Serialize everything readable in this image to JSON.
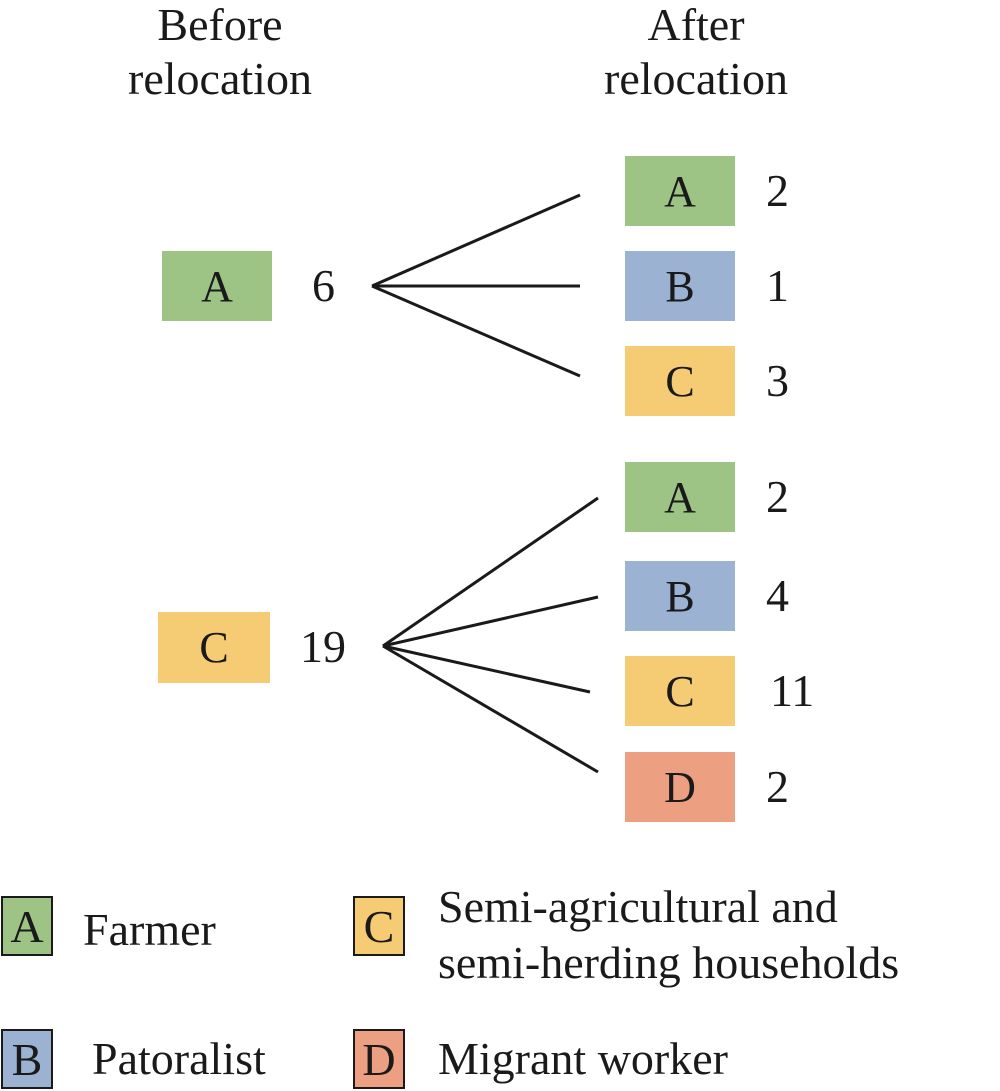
{
  "headers": {
    "before": [
      "Before",
      "relocation"
    ],
    "after": [
      "After",
      "relocation"
    ]
  },
  "colors": {
    "A": "#9dc385",
    "B": "#9bb2d3",
    "C": "#f5cc74",
    "D": "#ec9f81",
    "line": "#1a1a1a"
  },
  "groups": [
    {
      "source": {
        "letter": "A",
        "count": "6"
      },
      "targets": [
        {
          "letter": "A",
          "count": "2"
        },
        {
          "letter": "B",
          "count": "1"
        },
        {
          "letter": "C",
          "count": "3"
        }
      ]
    },
    {
      "source": {
        "letter": "C",
        "count": "19"
      },
      "targets": [
        {
          "letter": "A",
          "count": "2"
        },
        {
          "letter": "B",
          "count": "4"
        },
        {
          "letter": "C",
          "count": "11"
        },
        {
          "letter": "D",
          "count": "2"
        }
      ]
    }
  ],
  "legend": [
    {
      "letter": "A",
      "label": [
        "Farmer"
      ]
    },
    {
      "letter": "C",
      "label": [
        "Semi-agricultural and",
        "semi-herding households"
      ]
    },
    {
      "letter": "B",
      "label": [
        "Patoralist"
      ]
    },
    {
      "letter": "D",
      "label": [
        "Migrant worker"
      ]
    }
  ]
}
